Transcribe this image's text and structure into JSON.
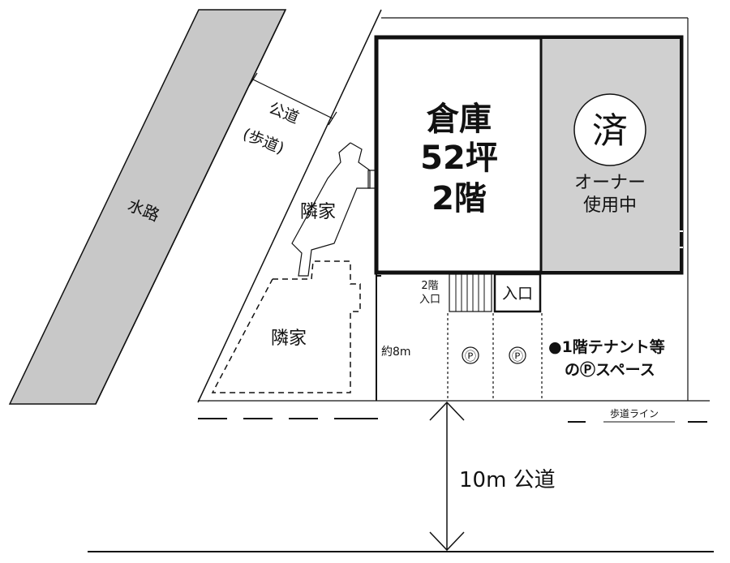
{
  "labels": {
    "public_road": "公道",
    "sidewalk": "(歩道)",
    "waterway": "水路",
    "neighbor_house_upper": "隣家",
    "neighbor_house_lower": "隣家",
    "warehouse_line1": "倉庫",
    "warehouse_line2": "52坪",
    "warehouse_line3": "2階",
    "sold_mark": "済",
    "owner_line1": "オーナー",
    "owner_line2": "使用中",
    "second_floor_entrance_line1": "2階",
    "second_floor_entrance_line2": "入口",
    "entrance": "入口",
    "parking_mark_1": "Ⓟ",
    "parking_mark_2": "Ⓟ",
    "tenant_note_line1": "●1階テナント等",
    "tenant_note_line2": "のⓅスペース",
    "approx_width": "約8m",
    "sidewalk_line": "歩道ライン",
    "road_width": "10m 公道"
  },
  "colors": {
    "line": "#111111",
    "waterway_fill": "#c8c8c8",
    "owner_area_fill": "#d0d0d0",
    "background": "#ffffff"
  }
}
